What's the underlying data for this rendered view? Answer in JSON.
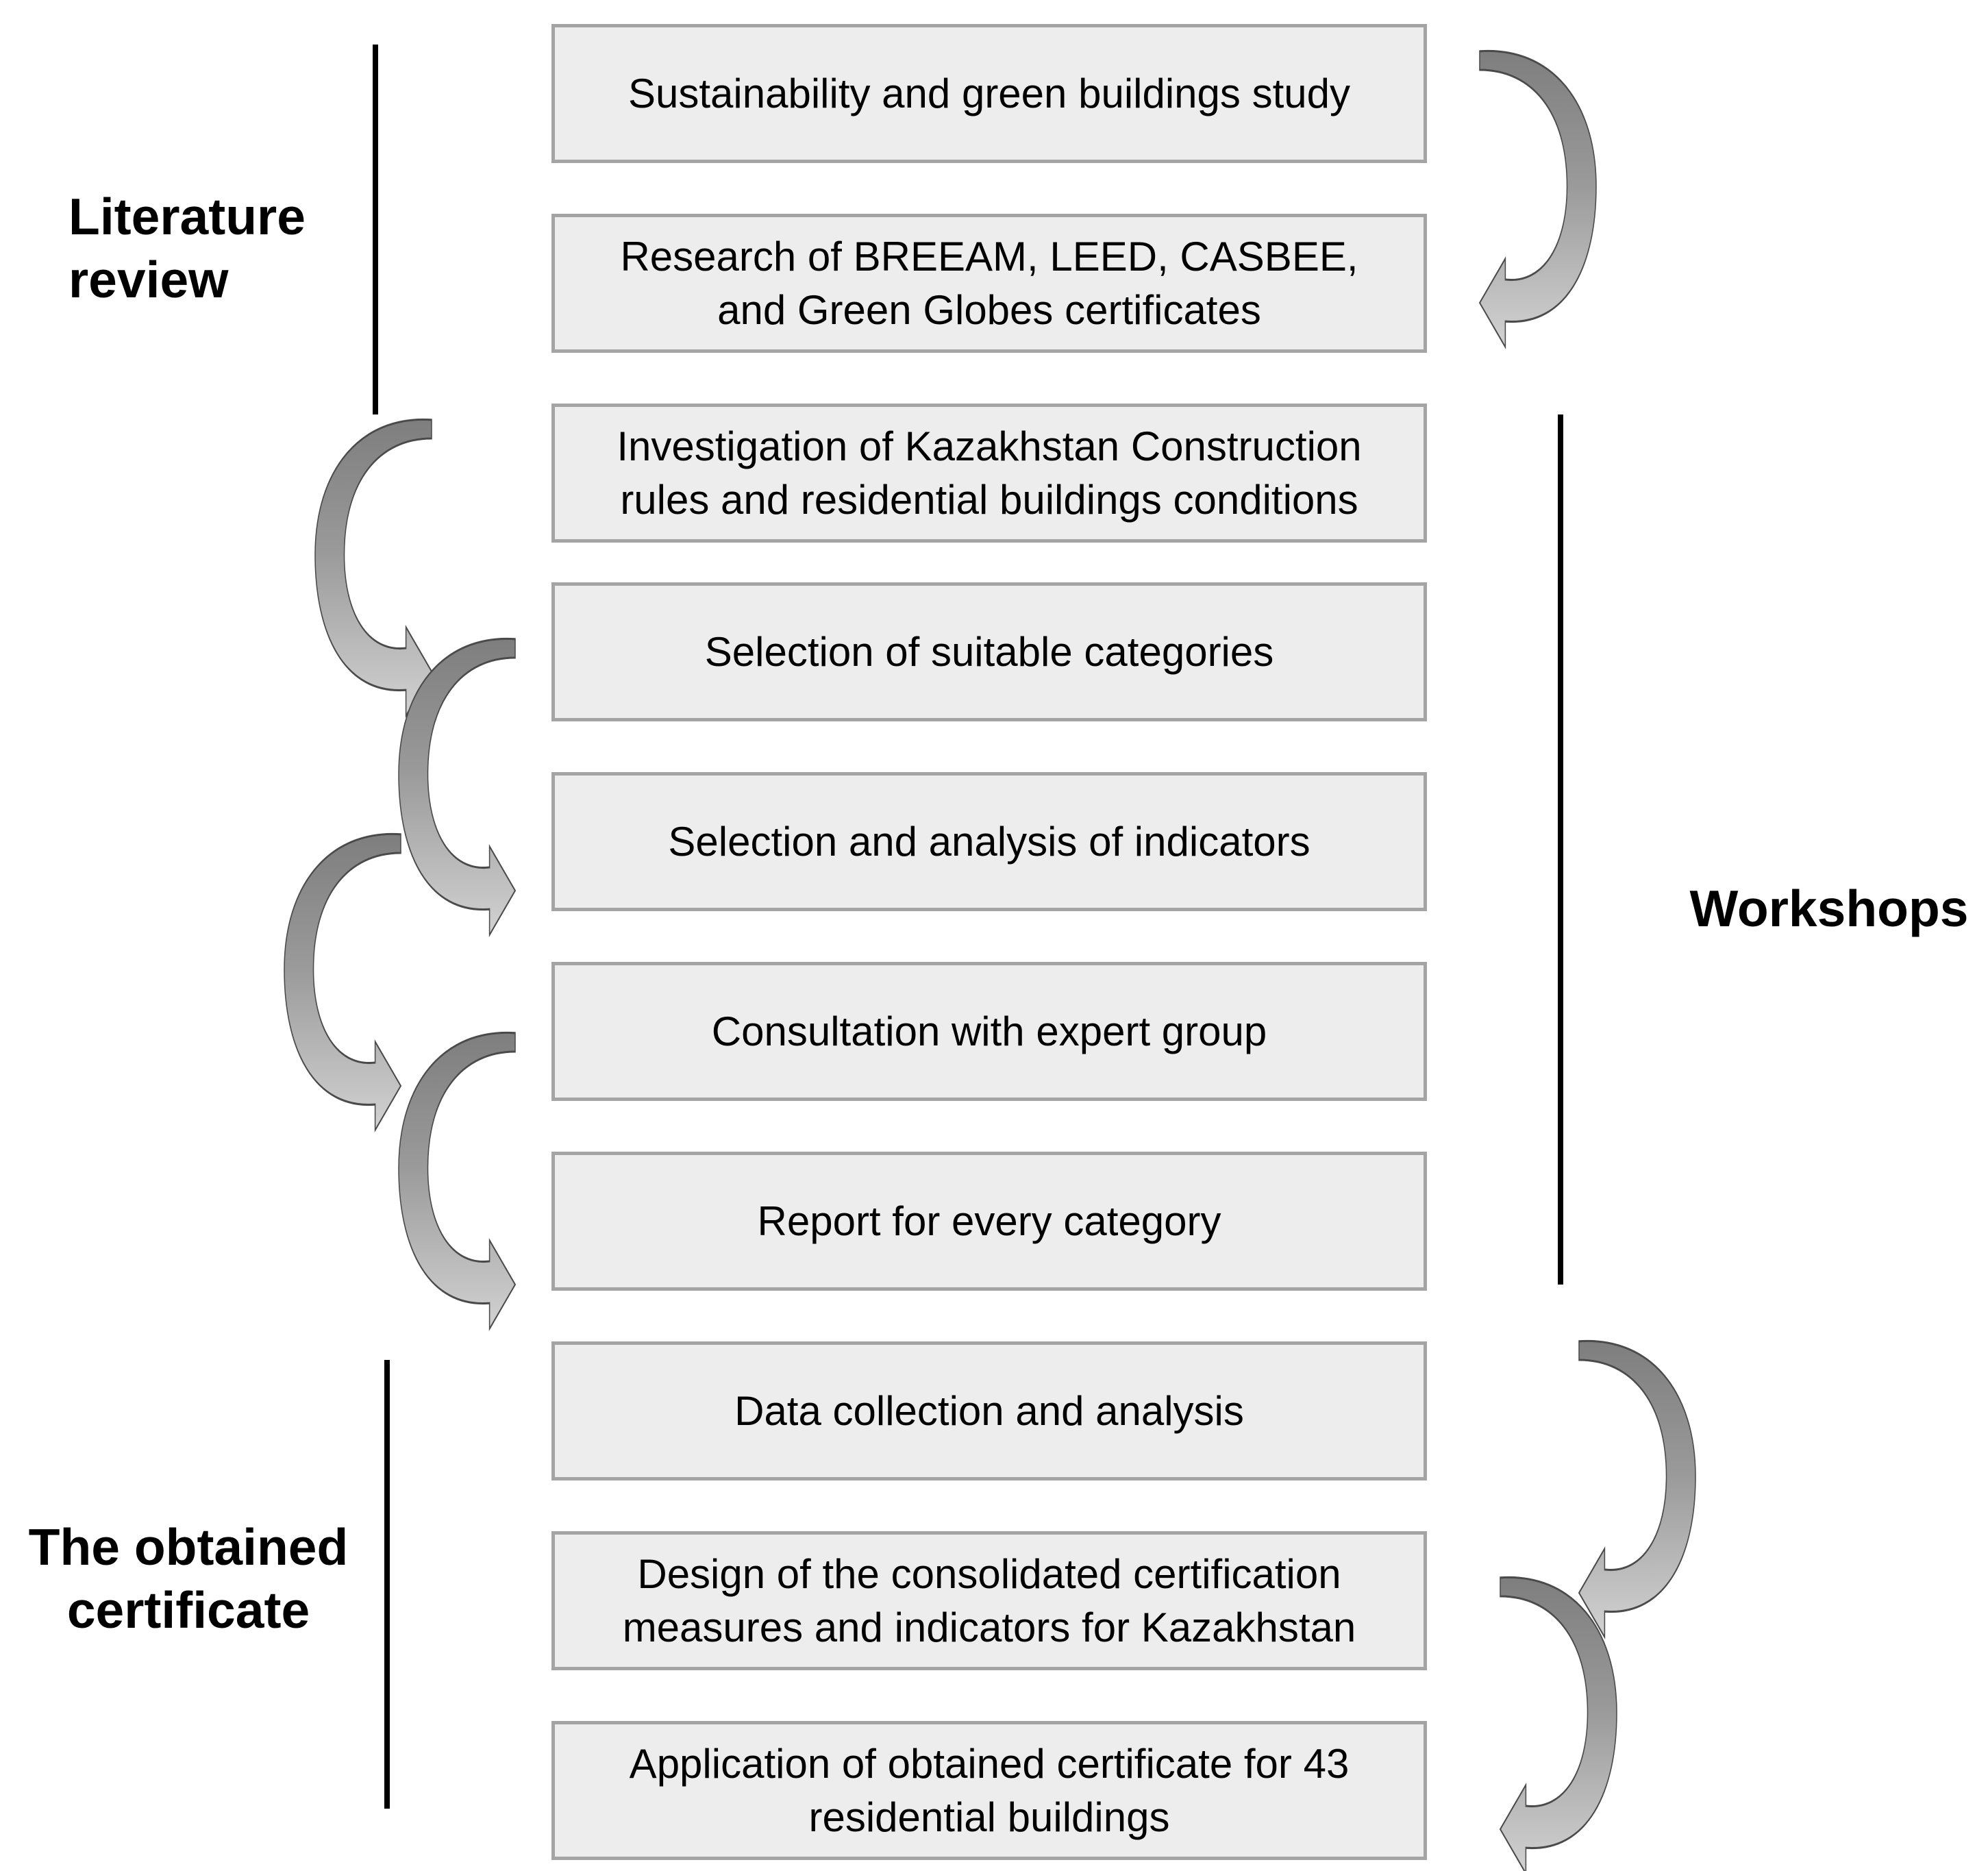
{
  "steps": [
    {
      "lines": [
        "Sustainability and green buildings study"
      ]
    },
    {
      "lines": [
        "Research of BREEAM, LEED, CASBEE,",
        "and  Green Globes certificates"
      ]
    },
    {
      "lines": [
        "Investigation of Kazakhstan Construction",
        "rules and residential buildings conditions"
      ]
    },
    {
      "lines": [
        "Selection of suitable categories"
      ]
    },
    {
      "lines": [
        "Selection and analysis of indicators"
      ]
    },
    {
      "lines": [
        "Consultation with expert group"
      ]
    },
    {
      "lines": [
        "Report for every category"
      ]
    },
    {
      "lines": [
        "Data collection and analysis"
      ]
    },
    {
      "lines": [
        "Design of the consolidated certification",
        "measures and indicators for Kazakhstan"
      ]
    },
    {
      "lines": [
        "Application of obtained certificate for 43",
        "residential buildings"
      ]
    }
  ],
  "phases": {
    "literature_review": {
      "lines": [
        "Literature",
        "review"
      ]
    },
    "workshops": {
      "lines": [
        "Workshops"
      ]
    },
    "obtained_certificate": {
      "lines": [
        "The obtained",
        "certificate"
      ]
    }
  },
  "colors": {
    "box_fill": "#ededed",
    "box_border": "#a4a4a4",
    "arrow_dark": "#7e7e7e",
    "arrow_light": "#d2d2d2",
    "arrow_outline": "#4a4a4a"
  }
}
